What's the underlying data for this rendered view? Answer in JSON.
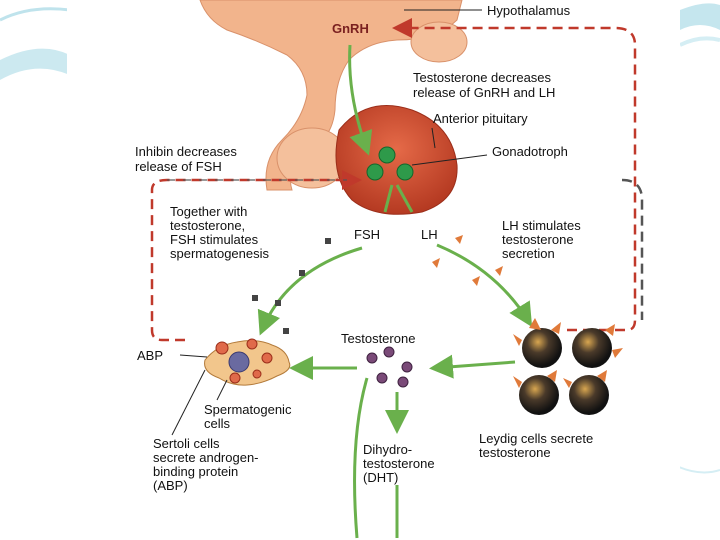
{
  "colors": {
    "slide_accent": "#4fb3c8",
    "arrow_green": "#6ab04c",
    "feedback_red": "#c0392b",
    "feedback_gray": "#555555",
    "tissue": "#f2b48c",
    "pituitary": "#c94a32"
  },
  "labels": {
    "hypothalamus": "Hypothalamus",
    "gnrh": "GnRH",
    "testosterone_feedback_1": "Testosterone decreases",
    "testosterone_feedback_2": "release of GnRH and LH",
    "anterior_pituitary": "Anterior pituitary",
    "inhibin_1": "Inhibin decreases",
    "inhibin_2": "release of FSH",
    "gonadotroph": "Gonadotroph",
    "together_1": "Together with",
    "together_2": "testosterone,",
    "together_3": "FSH stimulates",
    "together_4": "spermatogenesis",
    "fsh": "FSH",
    "lh": "LH",
    "lh_stim_1": "LH stimulates",
    "lh_stim_2": "testosterone",
    "lh_stim_3": "secretion",
    "abp": "ABP",
    "testosterone": "Testosterone",
    "spermatogenic_1": "Spermatogenic",
    "spermatogenic_2": "cells",
    "sertoli_1": "Sertoli cells",
    "sertoli_2": "secrete androgen-",
    "sertoli_3": "binding protein",
    "sertoli_4": "(ABP)",
    "dht_1": "Dihydro-",
    "dht_2": "testosterone",
    "dht_3": "(DHT)",
    "leydig_1": "Leydig cells secrete",
    "leydig_2": "testosterone"
  }
}
